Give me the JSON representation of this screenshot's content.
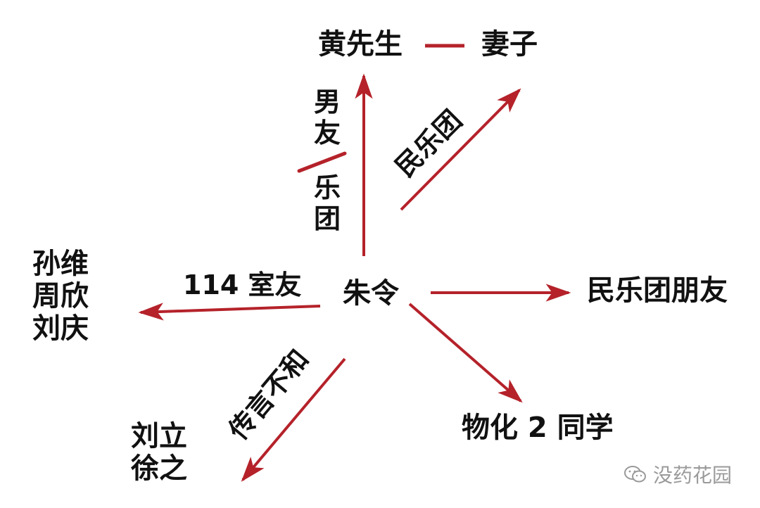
{
  "colors": {
    "edge": "#b5222a",
    "text": "#111111",
    "watermark": "#9a9a9a"
  },
  "nodes": {
    "center": "朱令",
    "top_left": "黄先生",
    "top_right": "妻子",
    "right": "民乐团朋友",
    "bottom_right": "物化 2 同学",
    "left": [
      "孙维",
      "周欣",
      "刘庆"
    ],
    "bottom_left": [
      "刘立",
      "徐之"
    ]
  },
  "edge_labels": {
    "up_top": [
      "男",
      "友"
    ],
    "up_bottom": [
      "乐",
      "团"
    ],
    "up_right": "民乐团",
    "left": "114 室友",
    "down_left": "传言不和"
  },
  "watermark": {
    "icon": "wechat-icon",
    "text": "没药花园"
  }
}
